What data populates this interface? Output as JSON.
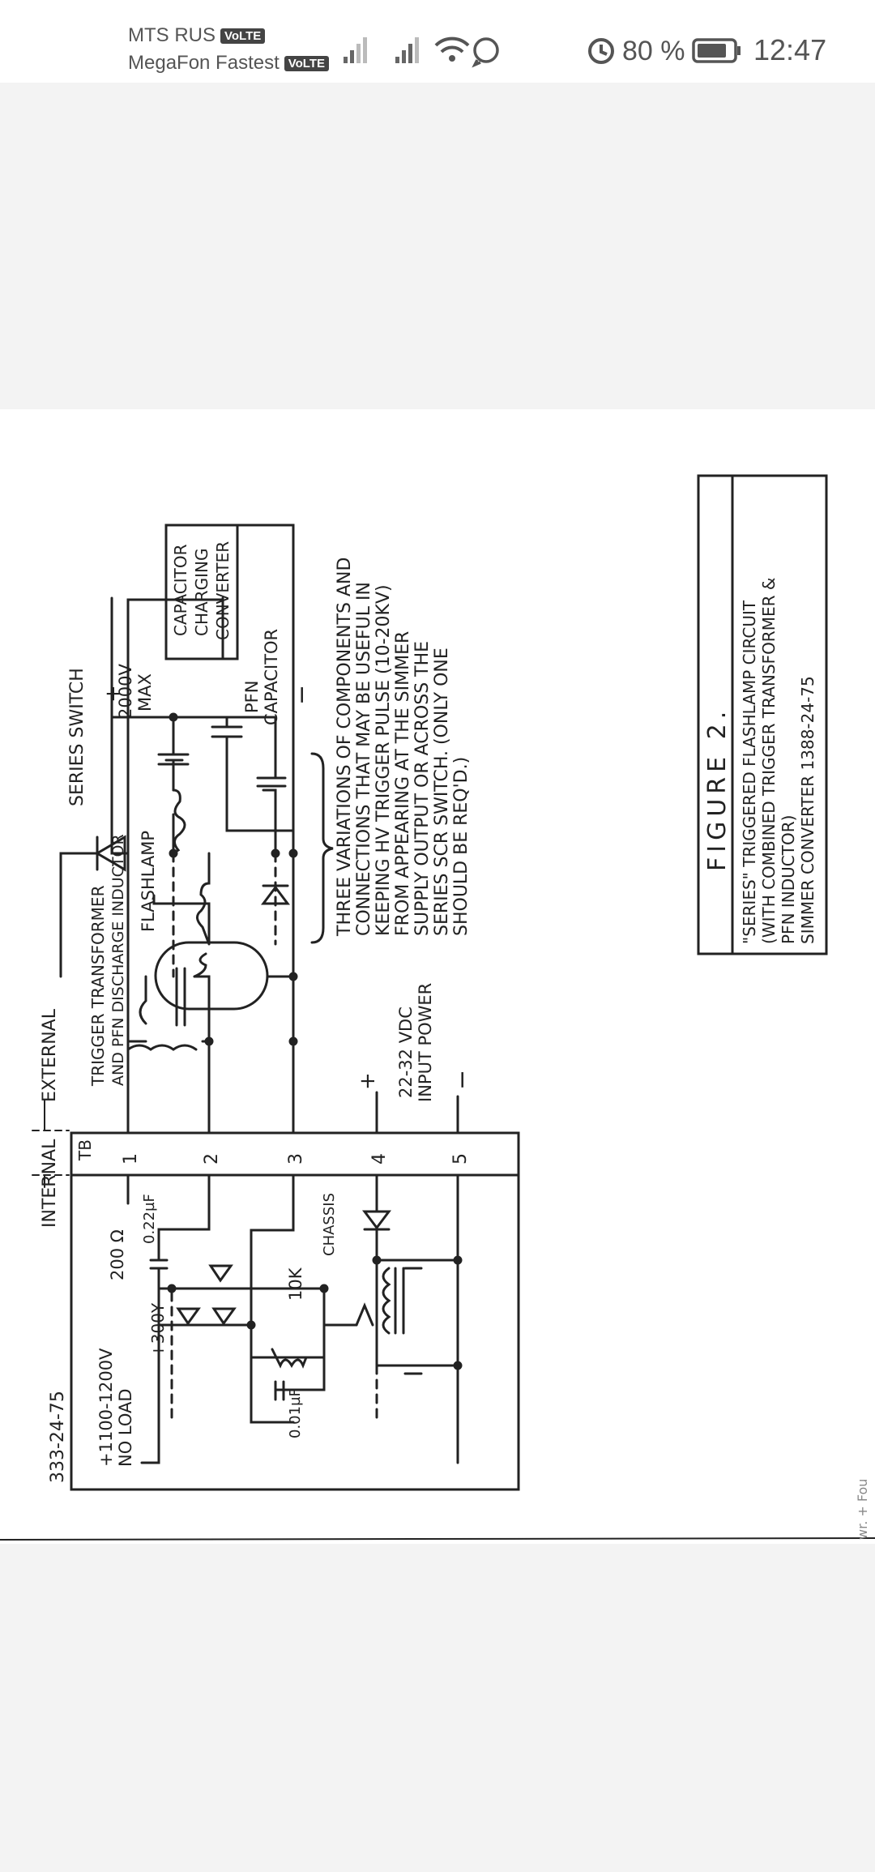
{
  "status_bar": {
    "carrier1": "MTS RUS",
    "carrier2": "MegaFon Fastest",
    "volte": "VoLTE",
    "battery": "80 %",
    "time": "12:47"
  },
  "diagram": {
    "top_labels": {
      "internal": "INTERNAL",
      "external": "EXTERNAL",
      "trigger_transformer": "TRIGGER TRANSFORMER",
      "pfn_inductor": "AND PFN DISCHARGE INDUCTOR",
      "flashlamp": "FLASHLAMP",
      "series_switch": "SERIES SWITCH",
      "capacitor_charging": [
        "CAPACITOR",
        "CHARGING",
        "CONVERTER"
      ],
      "voltage_max": [
        "2000V",
        "MAX"
      ],
      "pfn_capacitor": [
        "PFN",
        "CAPACITOR"
      ],
      "plus": "+",
      "minus": "−"
    },
    "terminal_block": {
      "tb": "TB",
      "terminals": [
        "1",
        "2",
        "3",
        "4",
        "5"
      ]
    },
    "input_power": {
      "plus": "+",
      "voltage": "22-32 VDC",
      "label": "INPUT POWER",
      "minus": "−"
    },
    "internal_labels": {
      "part_no": "333-24-75",
      "no_load_1": "+1100-1200V",
      "no_load_2": "NO LOAD",
      "res_200": "200 Ω",
      "cap_022": "0.22µF",
      "v300": "+300Y",
      "res_10k": "10K",
      "chassis": "CHASSIS",
      "cap_001": "0.01µF"
    },
    "note_lines": [
      "THREE VARIATIONS OF COMPONENTS AND",
      "CONNECTIONS THAT MAY BE USEFUL IN",
      "KEEPING HV TRIGGER PULSE (10-20KV)",
      "FROM APPEARING AT THE SIMMER",
      "SUPPLY OUTPUT OR ACROSS THE",
      "SERIES SCR SWITCH. (ONLY ONE",
      "SHOULD BE REQ'D.)"
    ],
    "figure_box": {
      "title": "FIGURE  2.",
      "lines": [
        "\"SERIES\" TRIGGERED FLASHLAMP CIRCUIT",
        "(WITH COMBINED TRIGGER TRANSFORMER &",
        "PFN INDUCTOR)",
        "SIMMER CONVERTER    1388-24-75"
      ]
    },
    "margin_note": "wr. + Fou"
  }
}
